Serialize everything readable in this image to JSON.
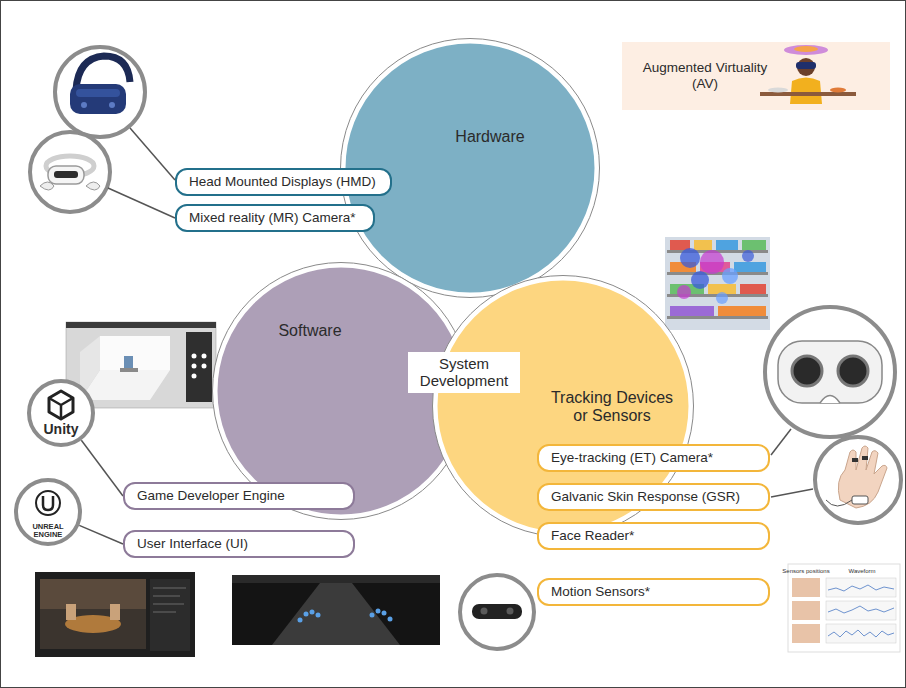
{
  "diagram": {
    "nodes": [
      {
        "text": [
          "Hardware"
        ]
      },
      {
        "text": [
          "Software"
        ]
      },
      {
        "text": [
          "Tracking Devices or Sensors"
        ]
      },
      {
        "text": [
          "System Development"
        ]
      },
      {
        "text": [
          "Head Mounted Displays (HMD)"
        ]
      },
      {
        "text": [
          "Mixed reality (MR) Camera*"
        ]
      },
      {
        "text": [
          "Unity"
        ]
      },
      {
        "text": [
          "UNREAL ENGINE"
        ]
      },
      {
        "text": [
          "Game Developer Engine"
        ]
      },
      {
        "text": [
          "User Interface (UI)"
        ]
      },
      {
        "text": [
          "Eye-tracking (ET) Camera*"
        ]
      },
      {
        "text": [
          "Galvanic Skin Response (GSR)"
        ]
      },
      {
        "text": [
          "Face Reader*"
        ]
      },
      {
        "text": [
          "Motion Sensors*"
        ]
      },
      {
        "text": [
          "Augmented Virtuality (AV)"
        ]
      }
    ],
    "edges": [
      {
        "from": 6,
        "to": 8,
        "arrow": "none"
      },
      {
        "from": 7,
        "to": 9,
        "arrow": "none"
      }
    ],
    "labels": [
      "Sensors positions",
      "Waveform"
    ]
  }
}
